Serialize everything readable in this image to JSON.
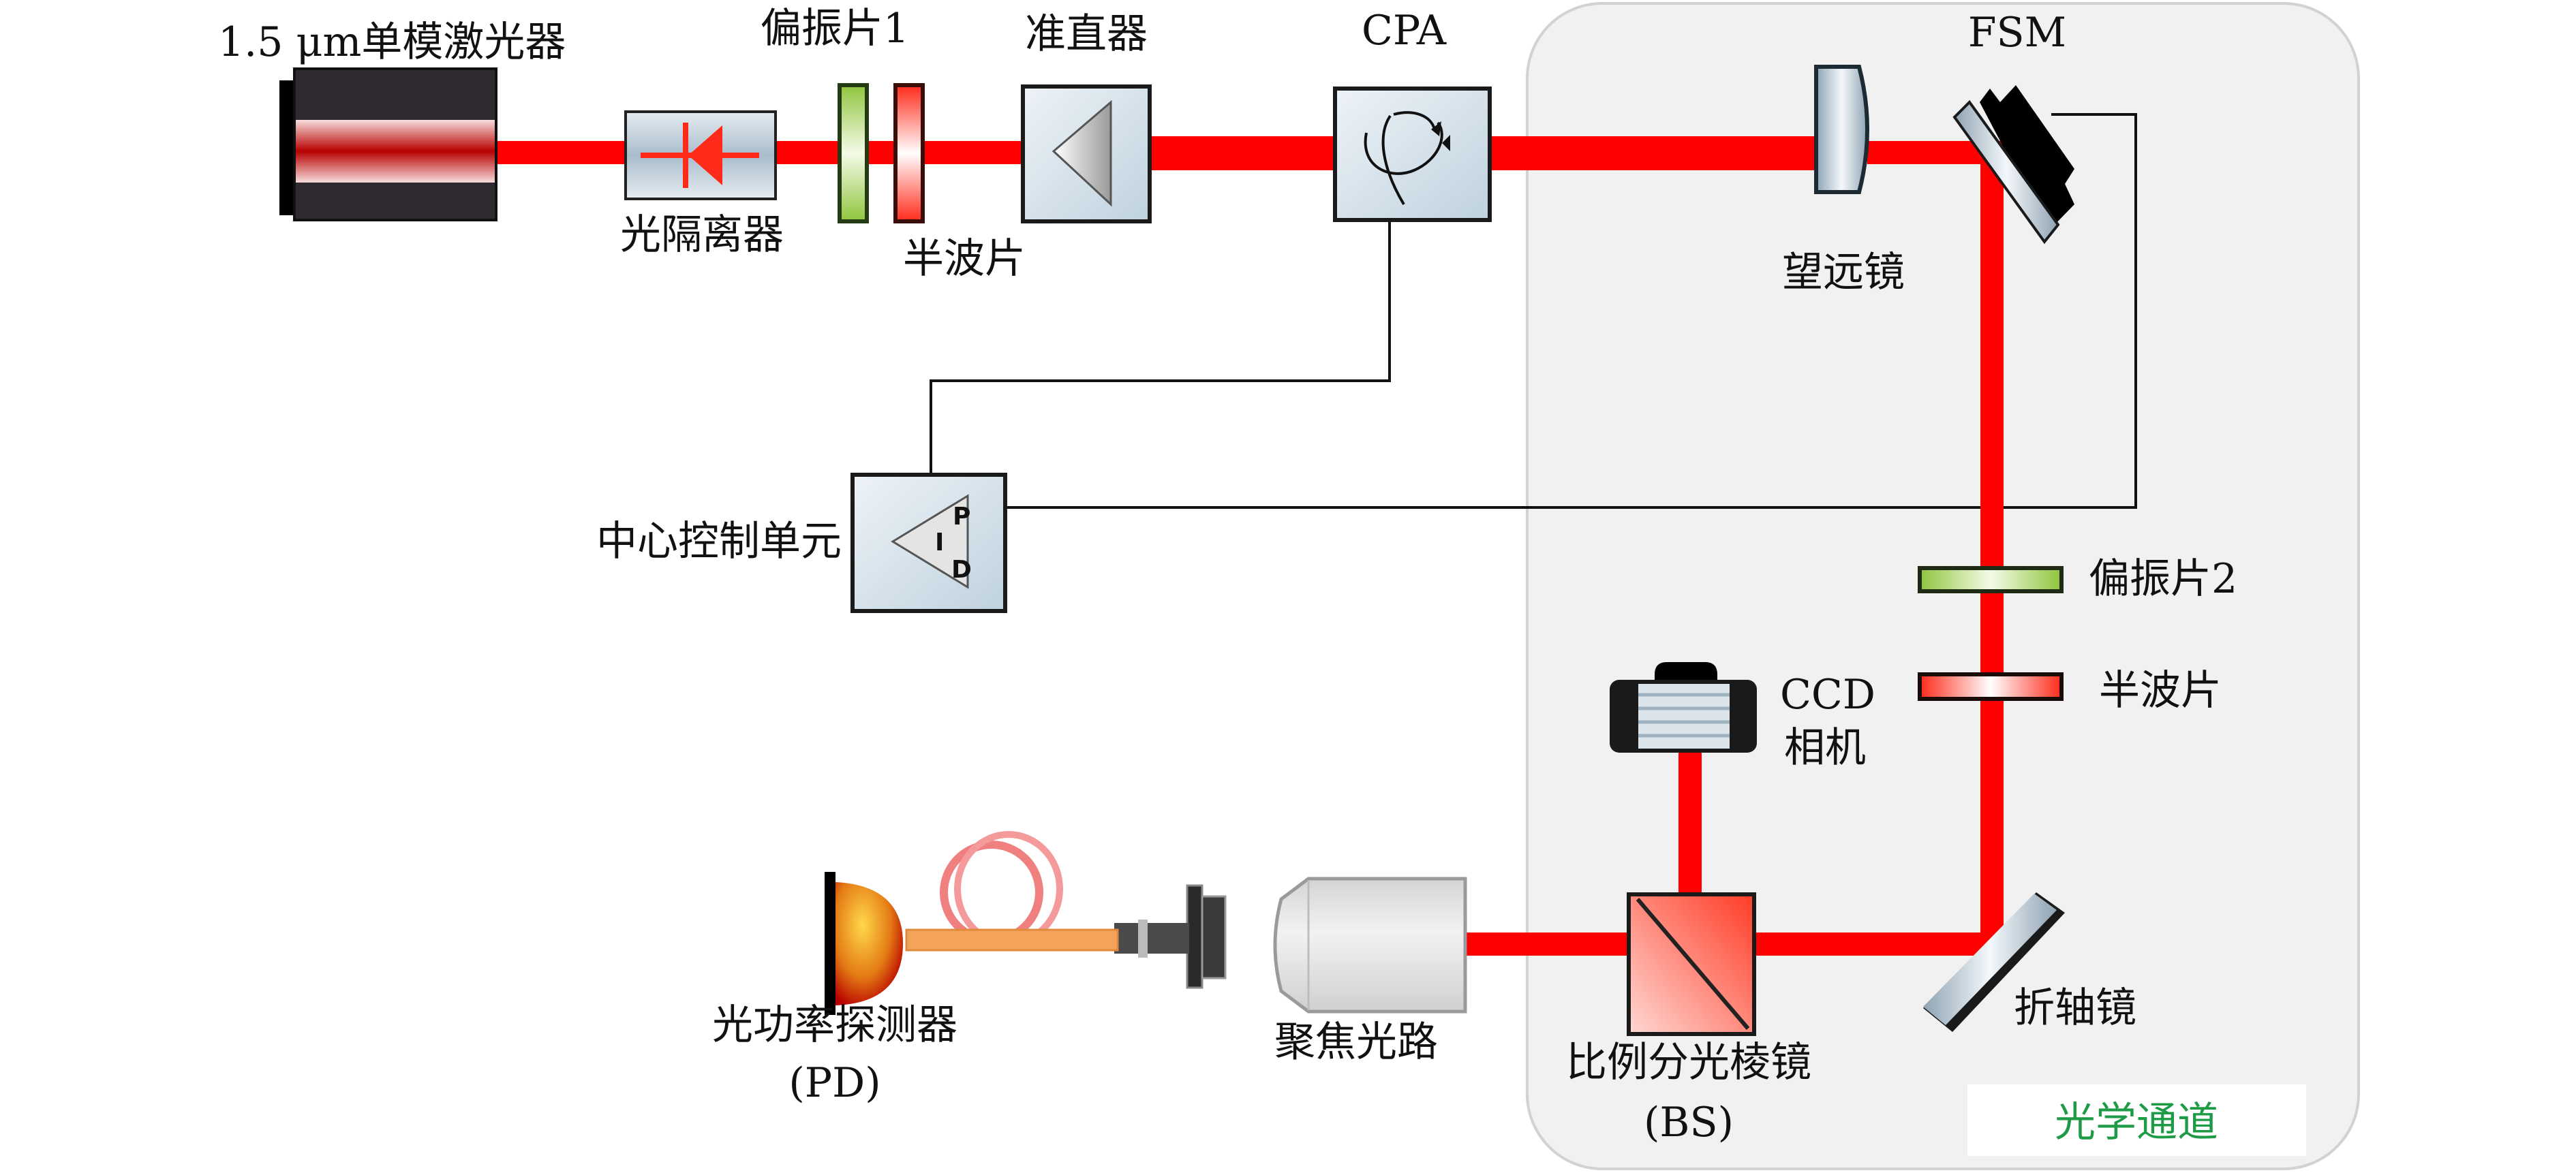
{
  "diagram": {
    "title": "1.5 μm laser optical path with CPA, FSM and PD feedback",
    "components": {
      "laser": "1.5 μm单模激光器",
      "isolator": "光隔离器",
      "polarizer1": "偏振片1",
      "halfwave1": "半波片",
      "collimator": "准直器",
      "cpa": "CPA",
      "telescope": "望远镜",
      "fsm": "FSM",
      "polarizer2": "偏振片2",
      "halfwave2": "半波片",
      "ccd_line1": "CCD",
      "ccd_line2": "相机",
      "controller": "中心控制单元",
      "pid_letters": [
        "P",
        "I",
        "D"
      ],
      "fold_mirror": "折轴镜",
      "bs_line1": "比例分光棱镜",
      "bs_line2": "(BS)",
      "focus": "聚焦光路",
      "pd_line1": "光功率探测器",
      "pd_line2": "(PD)",
      "optical_channel": "光学通道"
    },
    "colors": {
      "beam": "#ff0000",
      "panel": "#f1f1f1",
      "channel_label": "#1e9b46",
      "wire": "#111111"
    }
  }
}
